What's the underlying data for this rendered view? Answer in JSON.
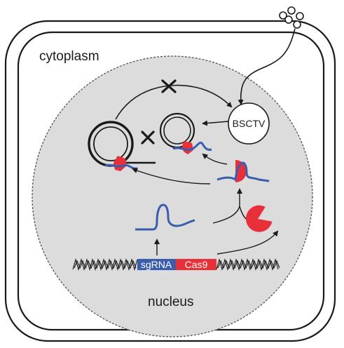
{
  "labels": {
    "cytoplasm": "cytoplasm",
    "nucleus": "nucleus",
    "virus": "BSCTV",
    "sgrna": "sgRNA",
    "cas9": "Cas9"
  },
  "colors": {
    "cell_fill": "#ffffff",
    "nucleus_fill": "#dcdcdc",
    "sgrna_blue": "#3a5dae",
    "cas9_red": "#e8303a",
    "line": "#1a1a1a"
  },
  "icons": {
    "blocked_paths": "x-mark-icon",
    "cas9_protein": "pacman-icon",
    "virus_particles": "circles-icon"
  }
}
